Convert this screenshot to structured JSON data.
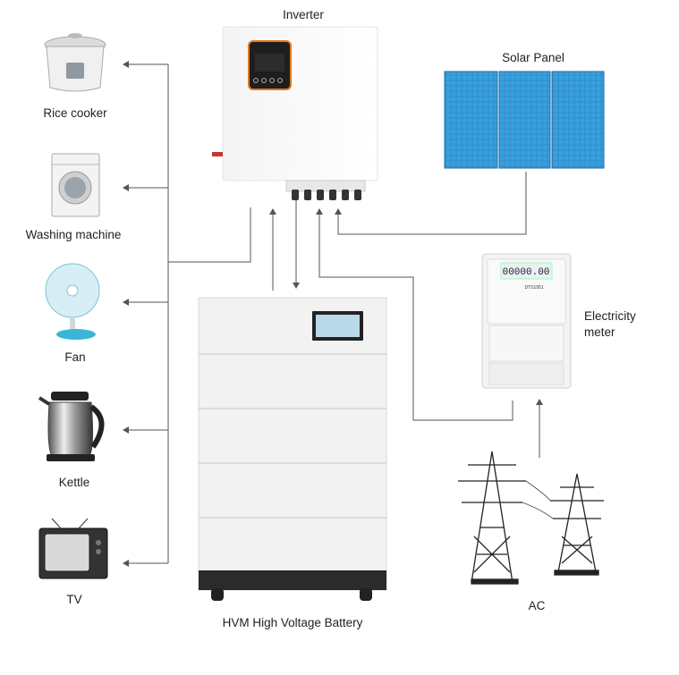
{
  "labels": {
    "inverter": "Inverter",
    "solar_panel": "Solar Panel",
    "rice_cooker": "Rice cooker",
    "washing_machine": "Washing machine",
    "fan": "Fan",
    "kettle": "Kettle",
    "tv": "TV",
    "electricity_meter_line1": "Electricity",
    "electricity_meter_line2": "meter",
    "battery": "HVM High Voltage Battery",
    "ac": "AC"
  },
  "meter_display": {
    "reading": "00000.00",
    "model": "DTS1951"
  },
  "colors": {
    "line": "#555555",
    "panel_blue": "#2a8fd0",
    "inverter_accent": "#e07a1f",
    "battery_body": "#f1f1f1",
    "battery_base": "#2b2b2b"
  }
}
